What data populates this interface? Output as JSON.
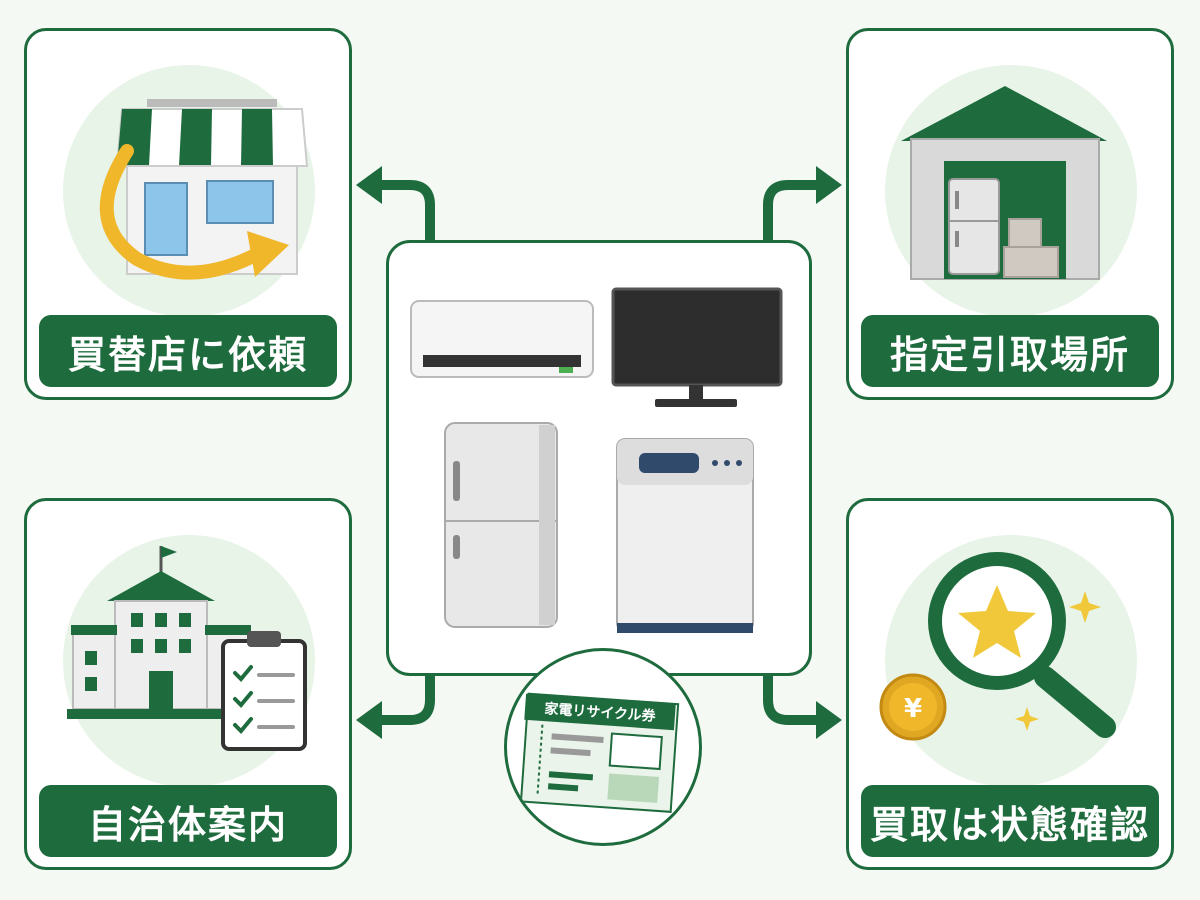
{
  "cards": {
    "top_left": {
      "label": "買替店に依頼"
    },
    "top_right": {
      "label": "指定引取場所"
    },
    "bottom_left": {
      "label": "自治体案内"
    },
    "bottom_right": {
      "label": "買取は状態確認"
    }
  },
  "ticket": {
    "title": "家電リサイクル券"
  },
  "colors": {
    "primary": "#1e6b3e",
    "accent": "#f0b72a",
    "background": "#f4faf3"
  },
  "icons": [
    "shop-icon",
    "warehouse-icon",
    "city-hall-icon",
    "clipboard-icon",
    "magnifier-star-icon",
    "yen-coin-icon",
    "air-conditioner-icon",
    "tv-icon",
    "refrigerator-icon",
    "washing-machine-icon",
    "recycle-ticket-icon"
  ]
}
